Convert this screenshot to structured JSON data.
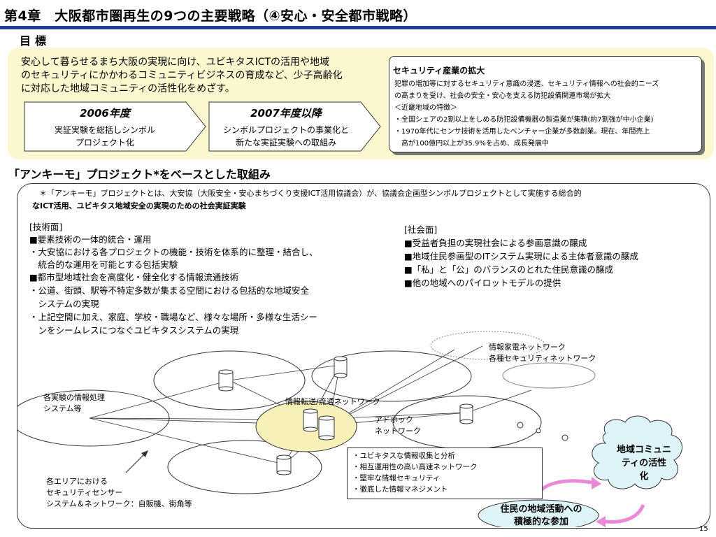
{
  "header": {
    "title": "第4章　大阪都市圏再生の9つの主要戦略（④安心・安全都市戦略）",
    "goal_label": "目標"
  },
  "goal": {
    "text_lines": [
      "安心して暮らせるまち大阪の実現に向け、ユビキタスICTの活用や地域",
      "のセキュリティにかかわるコミュニティビジネスの育成など、少子高齢化",
      "に対応した地域コミュニティの活性化をめざす。"
    ],
    "phases": [
      {
        "year": "2006年度",
        "line1": "実証実験を総括しシンボル",
        "line2": "プロジェクト化"
      },
      {
        "year": "2007年度以降",
        "line1": "シンボルプロジェクトの事業化と",
        "line2": "新たな実証実験への取組み"
      }
    ]
  },
  "security": {
    "title": "セキュリティ産業の拡大",
    "lines": [
      "犯罪の増加等に対するセキュリティ意識の浸透、セキュリティ情報への社会的ニーズ",
      "の高まりを受け、社会の安全・安心を支える防犯設備関連市場が拡大",
      "＜近畿地域の特徴＞",
      "・全国シェアの2割以上をしめる防犯設備機器の製造業が集積(約7割強が中小企業)",
      "・1970年代にセンサ技術を活用したベンチャー企業が多数創業。現在、年間売上",
      "　高が100億円以上が35.9%を占め、成長発展中"
    ]
  },
  "section": {
    "heading": "「アンキーモ」プロジェクト*をベースとした取組み",
    "note_line1": "＊「アンキーモ」プロジェクトとは、大安協（大阪安全・安心まちづくり支援ICT活用協議会）が、協議会企画型シンボルプロジェクトとして実施する総合的",
    "note_line2": "なICT活用、ユビキタス地域安全の実現のための社会実証実験"
  },
  "tech": {
    "head": "[技術面]",
    "lines": [
      "■要素技術の一体的統合・運用",
      "・大安協における各プロジェクトの機能・技術を体系的に整理・結合し、",
      "　統合的な運用を可能とする包括実験",
      "■都市型地域社会を高度化・健全化する情報流通技術",
      "・公道、街頭、駅等不特定多数が集まる空間における包括的な地域安全",
      "　システムの実現",
      "・上記空間に加え、家庭、学校・職場など、様々な場所・多様な生活シー",
      "　ンをシームレスにつなぐユビキタスシステムの実現"
    ]
  },
  "social": {
    "head": "[社会面]",
    "lines": [
      "■受益者負担の実現社会による参画意識の醸成",
      "■地域住民参画型のITシステム実現による主体者意識の醸成",
      "■「私」と「公」のバランスのとれた住民意識の醸成",
      "■他の地域へのパイロットモデルの提供"
    ]
  },
  "diagram": {
    "net_home_security_1": "情報家電ネットワーク",
    "net_home_security_2": "各種セキュリティネットワーク",
    "processing_1": "各実験の情報処理",
    "processing_2": "システム等",
    "transfer": "情報転送/流通ネットワーク",
    "adhoc_1": "アドホック",
    "adhoc_2": "ネットワーク",
    "sensor_1": "各エリアにおける",
    "sensor_2": "セキュリティセンサー",
    "sensor_3": "システム＆ネットワーク：自販機、街角等",
    "features": [
      "・ユビキタスな情報収集と分析",
      "・相互運用性の高い高速ネットワーク",
      "・堅牢な情報セキュリティ",
      "・徹底した情報マネジメント"
    ],
    "cloud_1": "地域コミュニ",
    "cloud_2": "ティの活性",
    "cloud_3": "化",
    "bubble_1": "住民の地域活動への",
    "bubble_2": "積極的な参加"
  },
  "colors": {
    "title_rule": "#1f3f9a",
    "goal_panel": "#fbf7cf",
    "cloud": "#dff4f8",
    "bubble": "#dff4f8",
    "hub_highlight": "#f7f0b8",
    "cycle_arrow": "#e98ad8"
  },
  "footer": {
    "page": "15"
  }
}
